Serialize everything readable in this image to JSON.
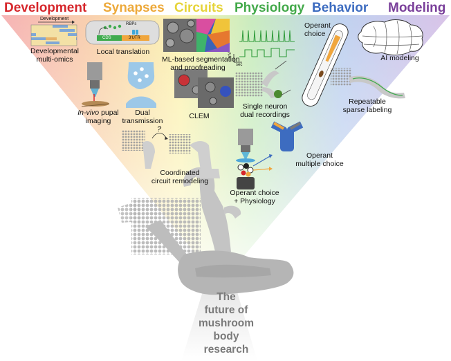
{
  "categories": [
    {
      "id": "development",
      "label": "Development",
      "color": "#d6262b"
    },
    {
      "id": "synapses",
      "label": "Synapses",
      "color": "#eda93a"
    },
    {
      "id": "circuits",
      "label": "Circuits",
      "color": "#e6d43a"
    },
    {
      "id": "physiology",
      "label": "Physiology",
      "color": "#43a94a"
    },
    {
      "id": "behavior",
      "label": "Behavior",
      "color": "#3d6cc0"
    },
    {
      "id": "modeling",
      "label": "Modeling",
      "color": "#7a3f9a"
    }
  ],
  "panels": {
    "multiomics": {
      "inset_text": "Development",
      "label_line1": "Developmental",
      "label_line2": "multi-omics"
    },
    "local_translation": {
      "rbp": "RBPs",
      "cds": "CDS",
      "utr": "3'UTR",
      "label": "Local translation"
    },
    "ml_segmentation": {
      "label_line1": "ML-based segmentation",
      "label_line2": "and proofreading"
    },
    "physiology_trace": {
      "y_unit": "mV",
      "x_unit": "sec"
    },
    "operant_choice": {
      "label_line1": "Operant",
      "label_line2": "choice"
    },
    "ai_modeling": {
      "label": "AI modeling"
    },
    "pupal_imaging": {
      "label_italic": "In-vivo",
      "label_rest": " pupal",
      "label_line2": "imaging"
    },
    "dual_transmission": {
      "label_line1": "Dual",
      "label_line2": "transmission"
    },
    "clem": {
      "label": "CLEM"
    },
    "single_neuron": {
      "label_line1": "Single neuron",
      "label_line2": "dual recordings"
    },
    "sparse_labeling": {
      "label_line1": "Repeatable",
      "label_line2": "sparse labeling"
    },
    "remodeling": {
      "question": "?",
      "label_line1": "Coordinated",
      "label_line2": "circuit remodeling"
    },
    "multiple_choice": {
      "label_line1": "Operant",
      "label_line2": "multiple choice"
    },
    "choice_physiology": {
      "label_line1": "Operant choice",
      "label_line2": "+ Physiology"
    }
  },
  "future": {
    "line1": "The",
    "line2": "future of",
    "line3": "mushroom",
    "line4": "body",
    "line5": "research"
  }
}
